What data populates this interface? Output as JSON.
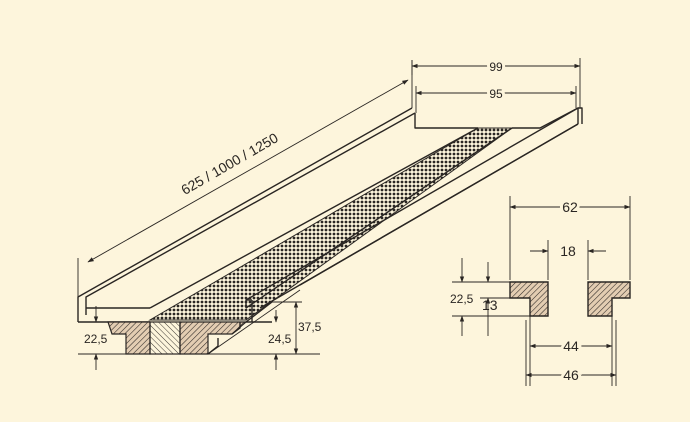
{
  "colors": {
    "background": "#fdf5dc",
    "line": "#2a2623",
    "tile": "#e3cdb2"
  },
  "labels": {
    "length": "625 / 1000 / 1250",
    "width_outer": "99",
    "width_inner": "95",
    "height_side": "22,5",
    "height_inner": "24,5",
    "height_total": "37,5",
    "profile_width": "62",
    "profile_gap": "18",
    "profile_height": "22,5",
    "profile_lip": "13",
    "profile_inner": "44",
    "profile_outer": "46"
  }
}
